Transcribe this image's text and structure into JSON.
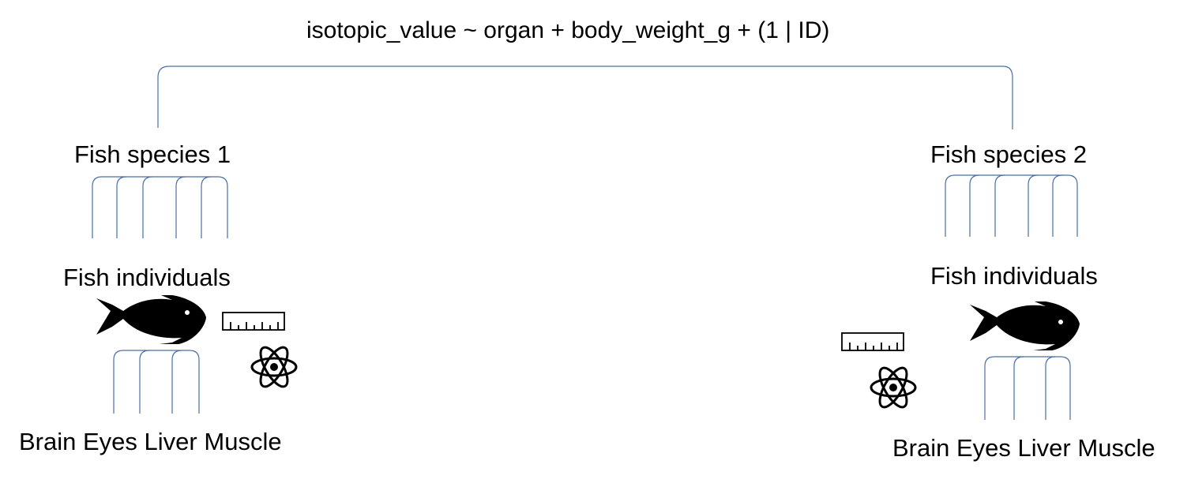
{
  "formula": "isotopic_value ~ organ + body_weight_g + (1 | ID)",
  "species": [
    {
      "name": "Fish species 1",
      "individuals_label": "Fish individuals",
      "organs": [
        "Brain",
        "Eyes",
        "Liver",
        "Muscle"
      ]
    },
    {
      "name": "Fish species 2",
      "individuals_label": "Fish individuals",
      "organs": [
        "Brain",
        "Eyes",
        "Liver",
        "Muscle"
      ]
    }
  ],
  "icons": [
    "fish-icon",
    "ruler-icon",
    "atom-icon"
  ],
  "colors": {
    "connector": "#4a6fa5",
    "icon": "#000000",
    "text": "#000000"
  }
}
